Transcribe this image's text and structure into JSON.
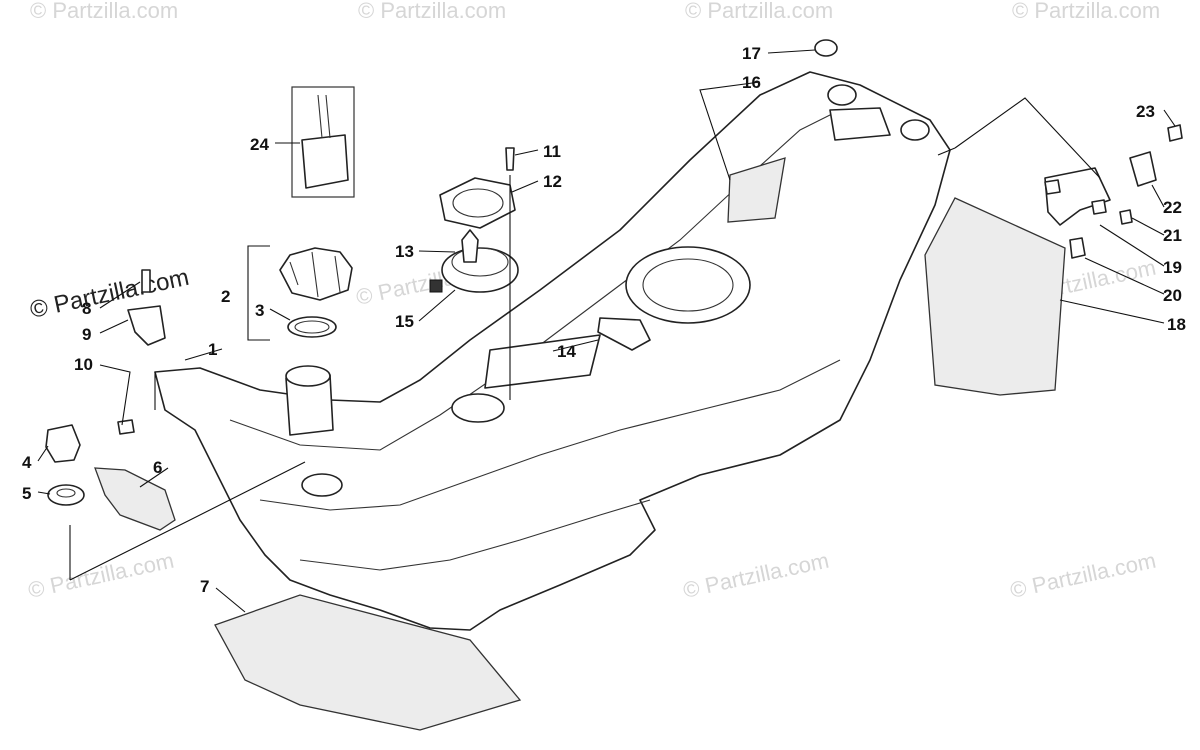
{
  "watermark": {
    "faint_text": "© Partzilla.com",
    "main_text": "© Partzilla.com"
  },
  "callouts": [
    {
      "id": "c1",
      "label": "1"
    },
    {
      "id": "c2",
      "label": "2"
    },
    {
      "id": "c3",
      "label": "3"
    },
    {
      "id": "c4",
      "label": "4"
    },
    {
      "id": "c5",
      "label": "5"
    },
    {
      "id": "c6",
      "label": "6"
    },
    {
      "id": "c7",
      "label": "7"
    },
    {
      "id": "c8",
      "label": "8"
    },
    {
      "id": "c9",
      "label": "9"
    },
    {
      "id": "c10",
      "label": "10"
    },
    {
      "id": "c11",
      "label": "11"
    },
    {
      "id": "c12",
      "label": "12"
    },
    {
      "id": "c13",
      "label": "13"
    },
    {
      "id": "c14",
      "label": "14"
    },
    {
      "id": "c15",
      "label": "15"
    },
    {
      "id": "c16",
      "label": "16"
    },
    {
      "id": "c17",
      "label": "17"
    },
    {
      "id": "c18",
      "label": "18"
    },
    {
      "id": "c19",
      "label": "19"
    },
    {
      "id": "c20",
      "label": "20"
    },
    {
      "id": "c21",
      "label": "21"
    },
    {
      "id": "c22",
      "label": "22"
    },
    {
      "id": "c23",
      "label": "23"
    },
    {
      "id": "c24",
      "label": "24"
    }
  ]
}
